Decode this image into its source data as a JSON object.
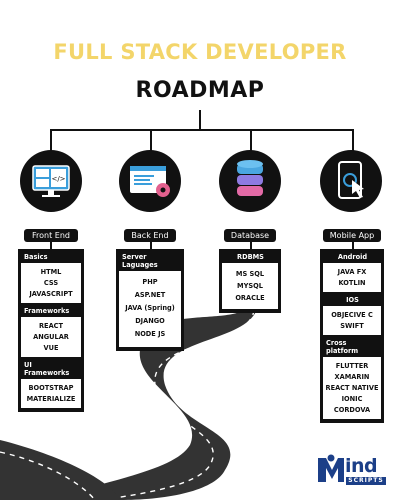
{
  "header": {
    "title": "FULL STACK DEVELOPER",
    "subtitle": "ROADMAP"
  },
  "colors": {
    "title_yellow": "#f3d56a",
    "dark": "#111111",
    "road": "#333333",
    "panel_bg": "#111111"
  },
  "columns": [
    {
      "label": "Front End",
      "icon": "monitor-code-icon",
      "sections": [
        {
          "title": "Basics",
          "items": [
            "HTML",
            "CSS",
            "JAVASCRIPT"
          ]
        },
        {
          "title": "Frameworks",
          "items": [
            "REACT",
            "ANGULAR",
            "VUE"
          ]
        },
        {
          "title": "UI Frameworks",
          "items": [
            "BOOTSTRAP",
            "MATERIALIZE"
          ]
        }
      ]
    },
    {
      "label": "Back End",
      "icon": "browser-gear-icon",
      "sections": [
        {
          "title": "Server Laguages",
          "items": [
            "PHP",
            "ASP.NET",
            "JAVA (Spring)",
            "DJANGO",
            "NODE JS"
          ]
        }
      ]
    },
    {
      "label": "Database",
      "icon": "database-icon",
      "sections": [
        {
          "title": "RDBMS",
          "items": [
            "MS SQL",
            "MYSQL",
            "ORACLE"
          ]
        }
      ]
    },
    {
      "label": "Mobile App",
      "icon": "phone-touch-icon",
      "sections": [
        {
          "title": "Android",
          "items": [
            "JAVA FX",
            "KOTLIN"
          ]
        },
        {
          "title": "IOS",
          "items": [
            "OBJECIVE C",
            "SWIFT"
          ]
        },
        {
          "title": "Cross platform",
          "items": [
            "FLUTTER",
            "XAMARIN",
            "REACT NATIVE",
            "IONIC",
            "CORDOVA"
          ]
        }
      ]
    }
  ],
  "logo": {
    "text": "ind",
    "subtext": "SCRIPTS"
  }
}
